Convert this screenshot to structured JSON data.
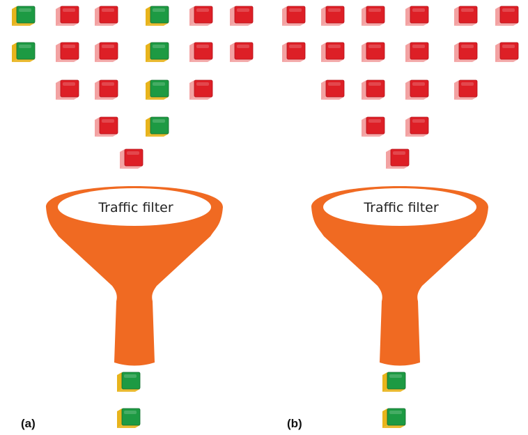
{
  "colors": {
    "funnel": "#f06a22",
    "funnel_rim": "#ffffff",
    "bad_face": "#dd1f26",
    "bad_side": "#f3a2a2",
    "bad_edge": "#b51018",
    "good_face": "#1d9a43",
    "good_side": "#e8b41c",
    "good_edge": "#0f6e2c"
  },
  "panels": [
    {
      "label": "(a)",
      "funnel_label": "Traffic filter",
      "incoming": [
        [
          "good",
          "bad",
          "bad",
          "good",
          "bad",
          "bad"
        ],
        [
          "good",
          "bad",
          "bad",
          "good",
          "bad",
          "bad"
        ],
        [
          "bad",
          "bad",
          "good",
          "bad"
        ],
        [
          "bad",
          "good"
        ],
        [
          "bad"
        ]
      ],
      "outgoing": [
        "good",
        "good"
      ]
    },
    {
      "label": "(b)",
      "funnel_label": "Traffic filter",
      "incoming": [
        [
          "bad",
          "bad",
          "bad",
          "bad",
          "bad",
          "bad"
        ],
        [
          "bad",
          "bad",
          "bad",
          "bad",
          "bad",
          "bad"
        ],
        [
          "bad",
          "bad",
          "bad",
          "bad"
        ],
        [
          "bad",
          "bad"
        ],
        [
          "bad"
        ]
      ],
      "outgoing": [
        "good",
        "good"
      ]
    }
  ]
}
